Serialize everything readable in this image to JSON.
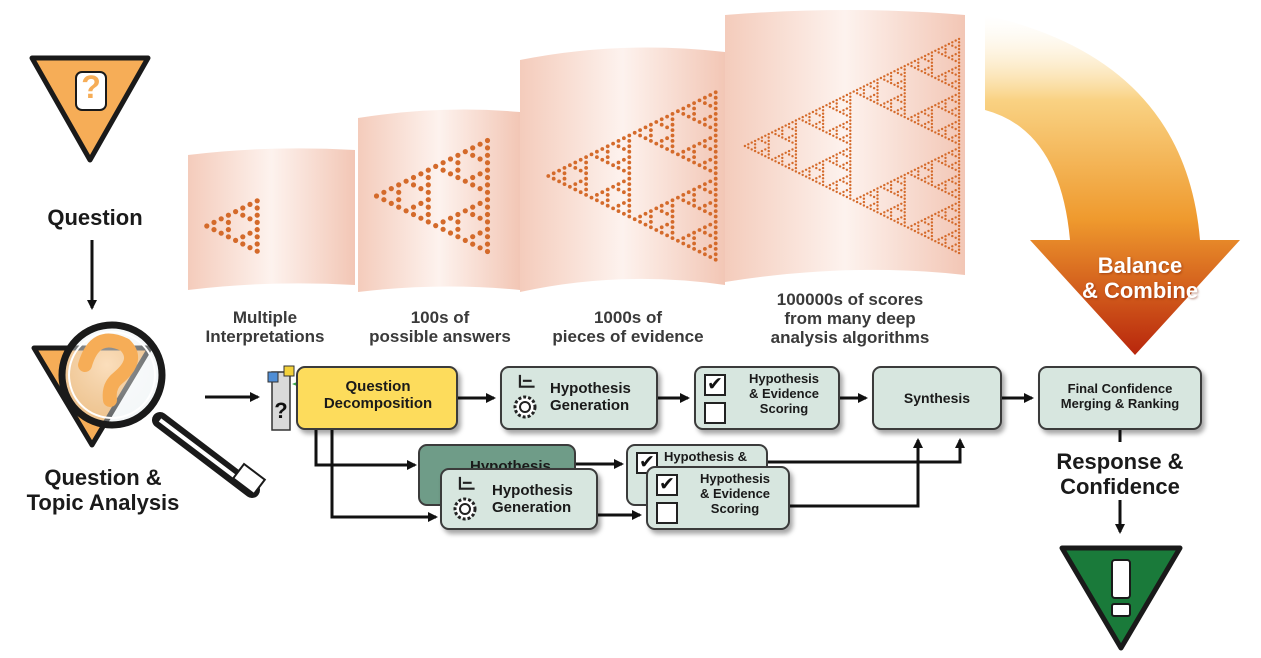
{
  "input": {
    "symbol": "?",
    "label": "Question"
  },
  "analysis": {
    "label_line1": "Question &",
    "label_line2": "Topic Analysis"
  },
  "stages": [
    {
      "line1": "Multiple",
      "line2": "Interpretations"
    },
    {
      "line1": "100s of",
      "line2": "possible answers"
    },
    {
      "line1": "1000s of",
      "line2": "pieces of evidence"
    },
    {
      "line1": "100000s of scores",
      "line2": "from many deep",
      "line3": "analysis algorithms"
    }
  ],
  "combine": {
    "line1": "Balance",
    "line2": "& Combine"
  },
  "pipeline": {
    "decomposition": {
      "line1": "Question",
      "line2": "Decomposition"
    },
    "hypothesis": {
      "line1": "Hypothesis",
      "line2": "Generation"
    },
    "hypothesis_partial": {
      "line1": "Hypothesis"
    },
    "scoring": {
      "line1": "Hypothesis",
      "line2": "& Evidence",
      "line3": "Scoring"
    },
    "scoring_partial": {
      "line1": "Hypothesis &"
    },
    "synthesis": {
      "label": "Synthesis"
    },
    "final": {
      "line1": "Final Confidence",
      "line2": "Merging & Ranking"
    }
  },
  "output": {
    "label_line1": "Response &",
    "label_line2": "Confidence",
    "symbol": "!"
  },
  "colors": {
    "orange": "#f6ad57",
    "green": "#1a7a3a",
    "box": "#d7e6df",
    "yellow": "#fddc5c",
    "dots": "#d46a2a"
  }
}
